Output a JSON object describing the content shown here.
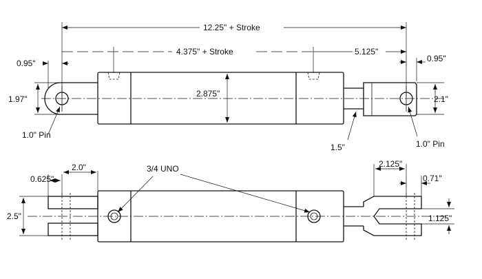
{
  "labels": {
    "overall_length": "12.25\" + Stroke",
    "body_length": "4.375\" + Stroke",
    "rod_end_length": "5.125\"",
    "left_pin_offset": "0.95\"",
    "right_pin_offset": "0.95\"",
    "clevis_height": "1.97\"",
    "barrel_diameter": "2.875\"",
    "rod_clevis_height": "2.1\"",
    "left_pin": "1.0\" Pin",
    "right_pin": "1.0\" Pin",
    "rod_diameter": "1.5\"",
    "clevis_slot": "0.625\"",
    "clevis_depth": "2.0\"",
    "ports": "3/4 UNO",
    "rod_clevis_length": "2.125\"",
    "rod_clevis_tab": "0.71\"",
    "clevis_width": "2.5\"",
    "rod_clevis_gap": "1.125\""
  }
}
